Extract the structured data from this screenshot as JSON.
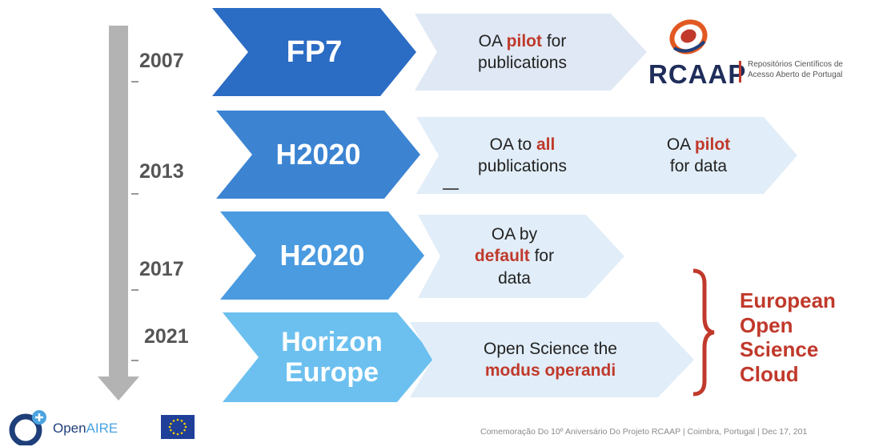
{
  "years": [
    "2007",
    "2013",
    "2017",
    "2021"
  ],
  "rows": [
    {
      "program": [
        "FP7"
      ],
      "boxes": [
        {
          "parts": [
            {
              "t": "OA ",
              "r": false
            },
            {
              "t": "pilot",
              "r": true
            },
            {
              "t": " for",
              "r": false
            },
            {
              "br": true
            },
            {
              "t": "publications",
              "r": false
            }
          ]
        }
      ]
    },
    {
      "program": [
        "H2020"
      ],
      "boxes": [
        {
          "parts": [
            {
              "t": "OA to ",
              "r": false
            },
            {
              "t": "all",
              "r": true
            },
            {
              "br": true
            },
            {
              "t": "publications",
              "r": false
            }
          ]
        },
        {
          "parts": [
            {
              "t": "OA ",
              "r": false
            },
            {
              "t": "pilot",
              "r": true
            },
            {
              "br": true
            },
            {
              "t": "for data",
              "r": false
            }
          ]
        }
      ]
    },
    {
      "program": [
        "H2020"
      ],
      "boxes": [
        {
          "parts": [
            {
              "t": "OA by",
              "r": false
            },
            {
              "br": true
            },
            {
              "t": "default",
              "r": true
            },
            {
              "t": " for",
              "r": false
            },
            {
              "br": true
            },
            {
              "t": "data",
              "r": false
            }
          ]
        }
      ]
    },
    {
      "program": [
        "Horizon",
        "Europe"
      ],
      "boxes": [
        {
          "parts": [
            {
              "t": "Open Science the",
              "r": false
            },
            {
              "br": true
            },
            {
              "t": "modus operandi",
              "r": true
            }
          ]
        }
      ]
    }
  ],
  "eosc_lines": [
    "European",
    "Open",
    "Science",
    "Cloud"
  ],
  "rcaap": {
    "name": "RCAAP",
    "tagline": [
      "Repositórios Científicos de",
      "Acesso Aberto de Portugal"
    ]
  },
  "openaire": {
    "name_a": "Open",
    "name_b": "AIRE"
  },
  "footer": "Comemoração Do 10º Aniversário Do Projeto RCAAP | Coimbra, Portugal | Dec 17, 201",
  "colors": {
    "chevron_row1": "#2b6cc4",
    "chevron_row2": "#3c84d2",
    "chevron_row3": "#4a9be0",
    "chevron_row4": "#6cc0ef",
    "box_light": "#dfe8f4",
    "box_light2": "#e1edf8",
    "accent_red": "#c0392b",
    "arrow_grey": "#b3b3b3"
  },
  "icons": [
    "timeline-arrow-icon",
    "rcaap-logo-icon",
    "openaire-logo-icon",
    "eu-flag-icon",
    "curly-bracket-icon"
  ]
}
